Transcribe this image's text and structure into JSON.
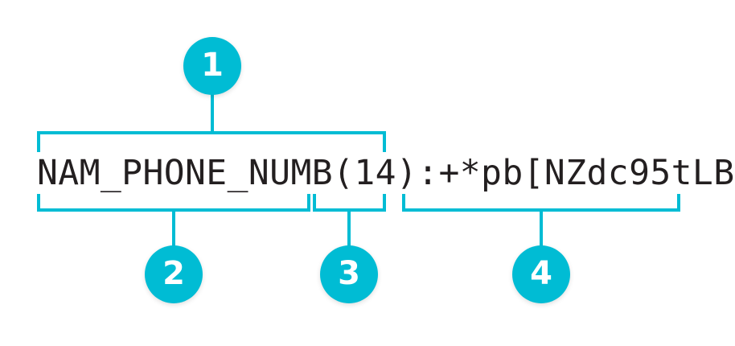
{
  "figure": {
    "type": "annotated-code-string-diagram",
    "background_color": "#ffffff",
    "accent_color": "#00bcd4",
    "text_color": "#231f20"
  },
  "code": {
    "full_string": "NAM_PHONE_NUMB(14):+*pb[NZdc95tLB",
    "segments": {
      "field_name": "NAM_PHONE_NUMB",
      "length": "(14)",
      "separator": ":",
      "value": "+*pb[NZdc95tLB"
    }
  },
  "callouts": [
    {
      "id": "1",
      "label": "1",
      "position": "top",
      "covers": "NAM_PHONE_NUMB(14)"
    },
    {
      "id": "2",
      "label": "2",
      "position": "bottom",
      "covers": "NAM_PHONE_NUMB"
    },
    {
      "id": "3",
      "label": "3",
      "position": "bottom",
      "covers": "(14)"
    },
    {
      "id": "4",
      "label": "4",
      "position": "bottom",
      "covers": "+*pb[NZdc95tLB"
    }
  ]
}
